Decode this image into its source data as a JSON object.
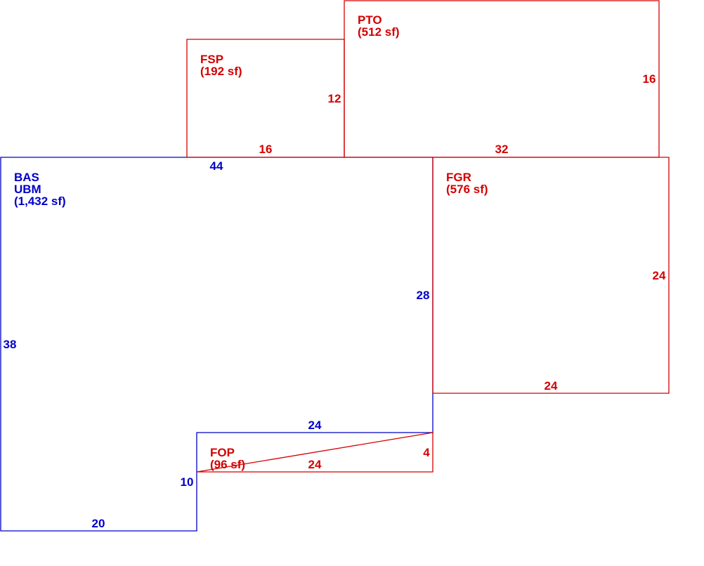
{
  "colors": {
    "main": "#0000c8",
    "addition": "#d40000",
    "background": "#ffffff"
  },
  "areas": {
    "bas": {
      "code": "BAS",
      "code2": "UBM",
      "area": "(1,432 sf)",
      "color": "blue"
    },
    "fsp": {
      "code": "FSP",
      "area": "(192 sf)",
      "color": "red"
    },
    "pto": {
      "code": "PTO",
      "area": "(512 sf)",
      "color": "red"
    },
    "fgr": {
      "code": "FGR",
      "area": "(576 sf)",
      "color": "red"
    },
    "fop": {
      "code": "FOP",
      "area": "(96 sf)",
      "color": "red"
    }
  },
  "dimensions": {
    "bas_top": "44",
    "bas_left": "38",
    "bas_right": "28",
    "bas_notch_top": "24",
    "bas_notch_side": "10",
    "bas_bottom": "20",
    "fsp_right": "12",
    "fsp_bottom": "16",
    "pto_right": "16",
    "pto_bottom": "32",
    "fgr_right": "24",
    "fgr_bottom": "24",
    "fop_right": "4",
    "fop_bottom": "24"
  }
}
